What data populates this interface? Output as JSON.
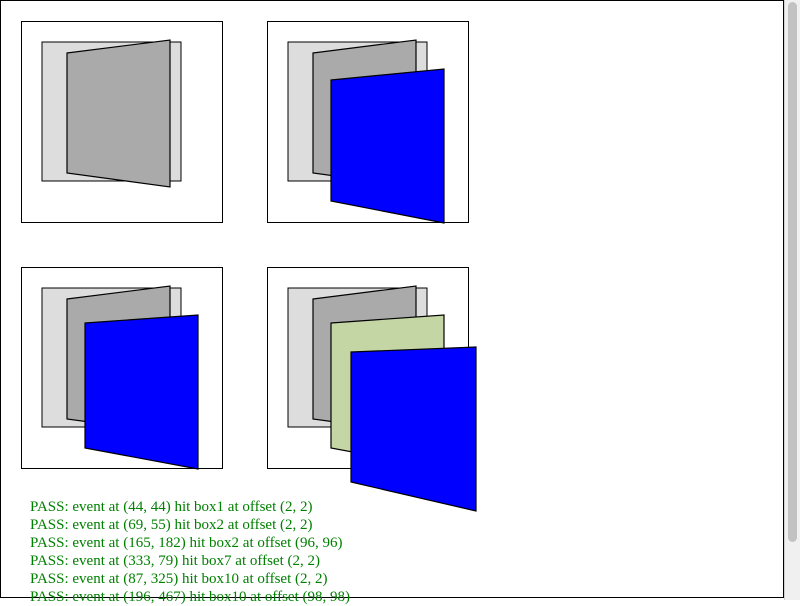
{
  "results": [
    "PASS: event at (44, 44) hit box1 at offset (2, 2)",
    "PASS: event at (69, 55) hit box2 at offset (2, 2)",
    "PASS: event at (165, 182) hit box2 at offset (96, 96)",
    "PASS: event at (333, 79) hit box7 at offset (2, 2)",
    "PASS: event at (87, 325) hit box10 at offset (2, 2)",
    "PASS: event at (196, 467) hit box10 at offset (98, 98)"
  ],
  "colors": {
    "pass": "#008000",
    "light_gray": "#dddddd",
    "gray": "#aaaaaa",
    "blue": "#0000ff",
    "green": "#c5d6a5"
  }
}
